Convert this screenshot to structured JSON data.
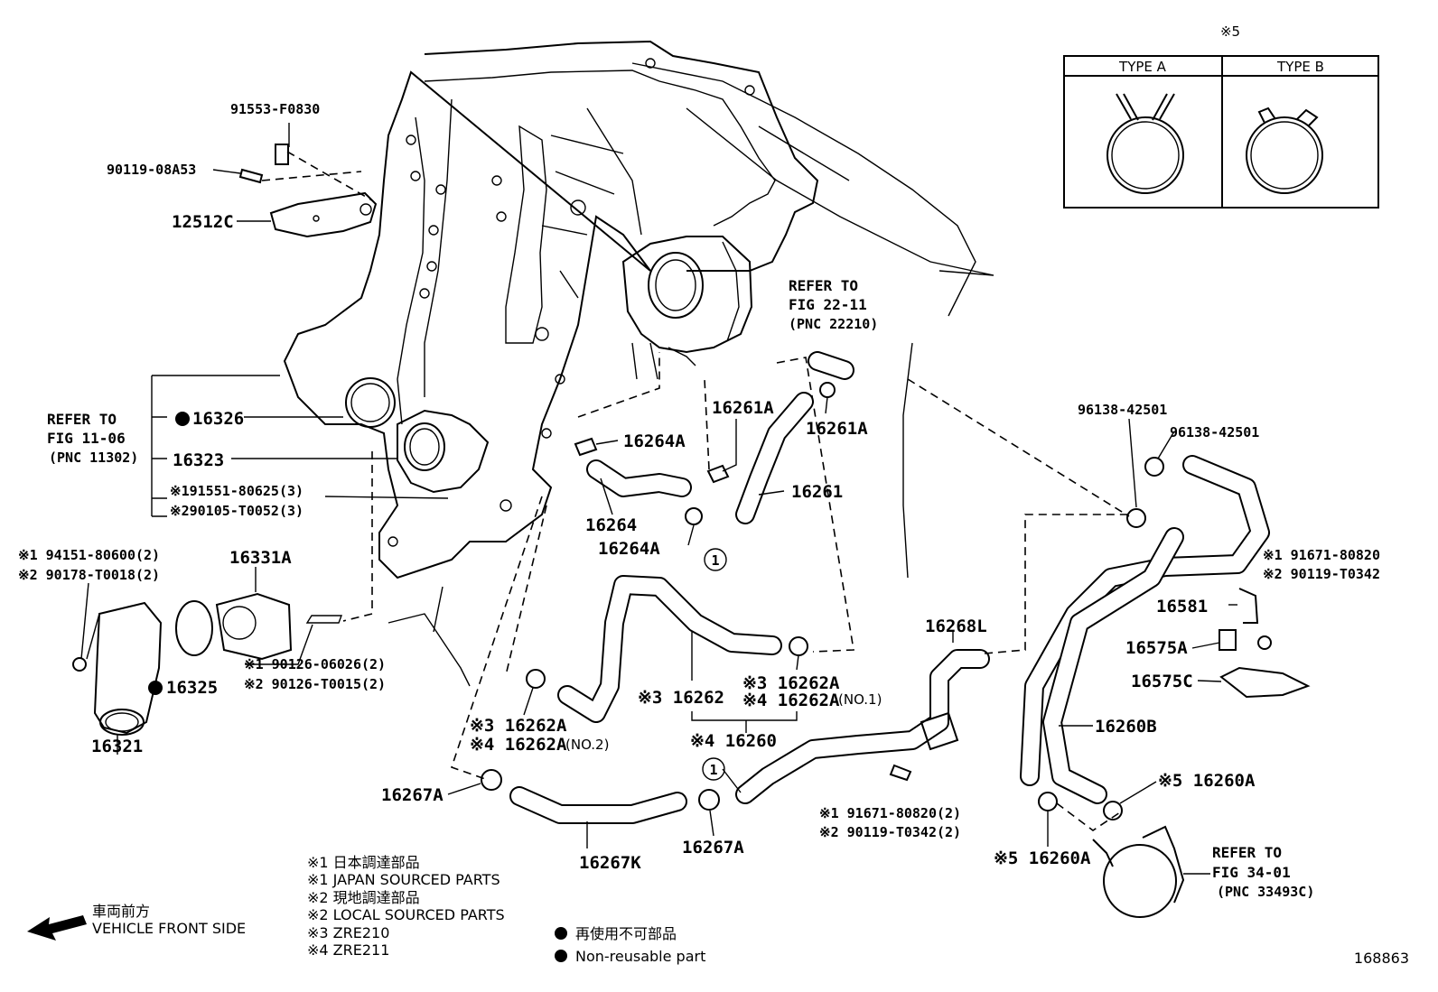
{
  "type_box": {
    "note": "※5",
    "type_a": "TYPE A",
    "type_b": "TYPE B"
  },
  "refs": {
    "throttle": {
      "line1": "REFER TO",
      "line2": "FIG 22-11",
      "line3": "(PNC 22210)"
    },
    "cover": {
      "line1": "REFER TO",
      "line2": "FIG 11-06",
      "line3": "(PNC 11302)"
    },
    "oil_cooler": {
      "line1": "REFER TO",
      "line2": "FIG 34-01",
      "line3": "(PNC 33493C)"
    }
  },
  "parts": {
    "p91553": "91553-F0830",
    "p90119a": "90119-08A53",
    "p12512c": "12512C",
    "p16326": "16326",
    "p16323": "16323",
    "p91551": "※191551-80625(3)",
    "p90105": "※290105-T0052(3)",
    "p94151": "※1 94151-80600(2)",
    "p90178": "※2 90178-T0018(2)",
    "p16331a": "16331A",
    "p90126a": "※1 90126-06026(2)",
    "p90126b": "※2 90126-T0015(2)",
    "p16325": "16325",
    "p16321": "16321",
    "p16264a_top": "16264A",
    "p16264": "16264",
    "p16264a_bot": "16264A",
    "p16261a_l": "16261A",
    "p16261a_r": "16261A",
    "p16261": "16261",
    "p16262": "※3 16262",
    "p16262a_r3": "※3 16262A",
    "p16262a_r4": "※4 16262A",
    "p16262a_r4_suffix": "(NO.1)",
    "p16262a_l3": "※3 16262A",
    "p16262a_l4": "※4 16262A",
    "p16262a_l4_suffix": "(NO.2)",
    "p16260": "※4 16260",
    "p16267a_l": "16267A",
    "p16267k": "16267K",
    "p16267a_r": "16267A",
    "p16268l": "16268L",
    "p91671_c": "※1 91671-80820(2)",
    "p90119_c": "※2 90119-T0342(2)",
    "p96138_l": "96138-42501",
    "p96138_r": "96138-42501",
    "p91671_r": "※1 91671-80820",
    "p90119_r": "※2 90119-T0342",
    "p16581": "16581",
    "p16575a": "16575A",
    "p16575c": "16575C",
    "p16260b": "16260B",
    "p16260a_r": "※5 16260A",
    "p16260a_b": "※5 16260A",
    "circle1": "1",
    "circle2": "1"
  },
  "legend": {
    "l1": "※1  日本調達部品",
    "l2": "※1  JAPAN SOURCED PARTS",
    "l3": "※2  現地調達部品",
    "l4": "※2  LOCAL SOURCED PARTS",
    "l5": "※3  ZRE210",
    "l6": "※4  ZRE211",
    "nr_jp": "再使用不可部品",
    "nr_en": "Non-reusable part"
  },
  "direction": {
    "jp": "車両前方",
    "en": "VEHICLE FRONT SIDE"
  },
  "figure_id": "168863"
}
